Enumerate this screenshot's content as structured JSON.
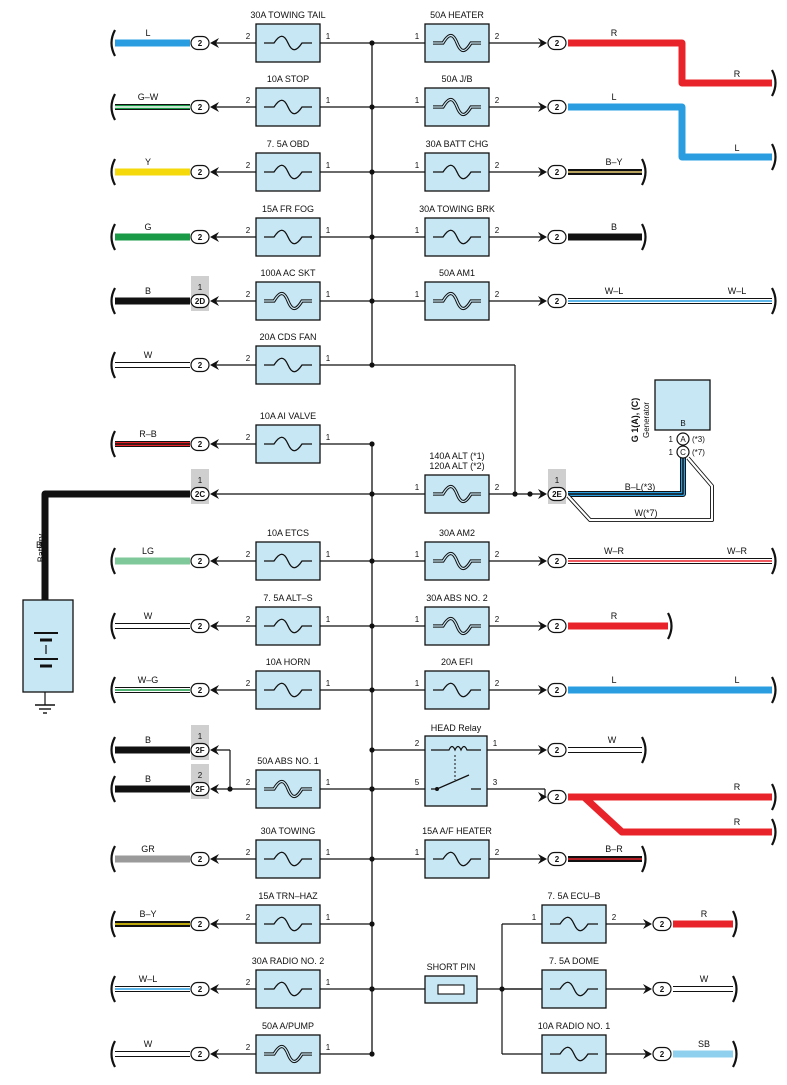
{
  "left_fuses": [
    {
      "name": "30A TOWING TAIL",
      "type": "fuse",
      "in_pin": "2",
      "out_pin": "1",
      "connector": "2",
      "wire": {
        "label": "L",
        "color": "#2a9de0"
      }
    },
    {
      "name": "10A STOP",
      "type": "fuse",
      "in_pin": "2",
      "out_pin": "1",
      "connector": "2",
      "wire": {
        "label": "G–W",
        "color": "#1a9a46",
        "stripe": "#ffffff"
      }
    },
    {
      "name": "7. 5A OBD",
      "type": "fuse",
      "in_pin": "2",
      "out_pin": "1",
      "connector": "2",
      "wire": {
        "label": "Y",
        "color": "#f5d90a"
      }
    },
    {
      "name": "15A FR FOG",
      "type": "fuse",
      "in_pin": "2",
      "out_pin": "1",
      "connector": "2",
      "wire": {
        "label": "G",
        "color": "#1a9a46"
      }
    },
    {
      "name": "100A AC SKT",
      "type": "fusible",
      "in_pin": "2",
      "out_pin": "1",
      "connector": "2D",
      "connector_pin": "1",
      "wire": {
        "label": "B",
        "color": "#111111"
      }
    },
    {
      "name": "20A CDS FAN",
      "type": "fuse",
      "in_pin": "2",
      "out_pin": "1",
      "connector": "2",
      "wire": {
        "label": "W",
        "color": "#ffffff"
      }
    },
    {
      "name": "10A AI VALVE",
      "type": "fuse",
      "in_pin": "2",
      "out_pin": "1",
      "connector": "2",
      "wire": {
        "label": "R–B",
        "color": "#e8242a",
        "stripe": "#111111"
      }
    },
    {
      "name": "",
      "type": "none",
      "connector": "2C",
      "connector_pin": "1",
      "wire": {
        "label": "",
        "color": "#111111"
      }
    },
    {
      "name": "10A ETCS",
      "type": "fuse",
      "in_pin": "2",
      "out_pin": "1",
      "connector": "2",
      "wire": {
        "label": "LG",
        "color": "#7ec89a"
      }
    },
    {
      "name": "7. 5A ALT–S",
      "type": "fuse",
      "in_pin": "2",
      "out_pin": "1",
      "connector": "2",
      "wire": {
        "label": "W",
        "color": "#ffffff"
      }
    },
    {
      "name": "10A HORN",
      "type": "fuse",
      "in_pin": "2",
      "out_pin": "1",
      "connector": "2",
      "wire": {
        "label": "W–G",
        "color": "#ffffff",
        "stripe": "#1a9a46"
      }
    },
    {
      "name": "",
      "type": "none",
      "connector": "2F",
      "connector_pin": "1",
      "wire": {
        "label": "B",
        "color": "#111111"
      }
    },
    {
      "name": "50A ABS NO. 1",
      "type": "fusible",
      "in_pin": "2",
      "out_pin": "1",
      "connector": "2F",
      "connector_pin": "2",
      "wire": {
        "label": "B",
        "color": "#111111"
      }
    },
    {
      "name": "30A TOWING",
      "type": "fuse",
      "in_pin": "2",
      "out_pin": "1",
      "connector": "2",
      "wire": {
        "label": "GR",
        "color": "#9a9a9a"
      }
    },
    {
      "name": "15A TRN–HAZ",
      "type": "fuse",
      "in_pin": "2",
      "out_pin": "1",
      "connector": "2",
      "wire": {
        "label": "B–Y",
        "color": "#111111",
        "stripe": "#f5d90a"
      }
    },
    {
      "name": "30A RADIO NO. 2",
      "type": "fuse",
      "in_pin": "2",
      "out_pin": "1",
      "connector": "2",
      "wire": {
        "label": "W–L",
        "color": "#ffffff",
        "stripe": "#2a9de0"
      }
    },
    {
      "name": "50A A/PUMP",
      "type": "fusible",
      "in_pin": "2",
      "out_pin": "1",
      "connector": "2",
      "wire": {
        "label": "W",
        "color": "#ffffff"
      }
    }
  ],
  "right_fuses": [
    {
      "name": "50A HEATER",
      "type": "fusible",
      "in_pin": "1",
      "out_pin": "2",
      "connector": "2",
      "wire": {
        "label": "R",
        "label2": "R",
        "color": "#e8242a"
      }
    },
    {
      "name": "50A J/B",
      "type": "fusible",
      "in_pin": "1",
      "out_pin": "2",
      "connector": "2",
      "wire": {
        "label": "L",
        "label2": "L",
        "color": "#2a9de0"
      }
    },
    {
      "name": "30A BATT CHG",
      "type": "fuse",
      "in_pin": "1",
      "out_pin": "2",
      "connector": "2",
      "wire": {
        "label": "B–Y",
        "color": "#111111",
        "stripe": "#f0d27a"
      }
    },
    {
      "name": "30A TOWING BRK",
      "type": "fuse",
      "in_pin": "1",
      "out_pin": "2",
      "connector": "2",
      "wire": {
        "label": "B",
        "color": "#111111"
      }
    },
    {
      "name": "50A AM1",
      "type": "fusible",
      "in_pin": "1",
      "out_pin": "2",
      "connector": "2",
      "wire": {
        "label": "W–L",
        "label2": "W–L",
        "color": "#ffffff",
        "stripe": "#2a9de0"
      }
    },
    {
      "name": "140A ALT (*1)",
      "name2": "120A ALT (*2)",
      "type": "fusible",
      "in_pin": "1",
      "out_pin": "2",
      "connector": "2E",
      "connector_pin": "1"
    },
    {
      "name": "30A AM2",
      "type": "fusible",
      "in_pin": "1",
      "out_pin": "2",
      "connector": "2",
      "wire": {
        "label": "W–R",
        "label2": "W–R",
        "color": "#ffffff",
        "stripe": "#e8242a"
      }
    },
    {
      "name": "30A ABS NO. 2",
      "type": "fusible",
      "in_pin": "1",
      "out_pin": "2",
      "connector": "2",
      "wire": {
        "label": "R",
        "color": "#e8242a"
      }
    },
    {
      "name": "20A EFI",
      "type": "fuse",
      "in_pin": "1",
      "out_pin": "2",
      "connector": "2",
      "wire": {
        "label": "L",
        "label2": "L",
        "color": "#2a9de0"
      }
    },
    {
      "name": "15A A/F HEATER",
      "type": "fuse",
      "in_pin": "1",
      "out_pin": "2",
      "connector": "2",
      "wire": {
        "label": "B–R",
        "color": "#111111",
        "stripe": "#e8242a"
      }
    }
  ],
  "head_relay": {
    "name": "HEAD Relay",
    "pin_tl": "2",
    "pin_tr": "1",
    "pin_bl": "5",
    "pin_br": "3",
    "top_connector": "2",
    "top_wire": {
      "label": "W",
      "color": "#ffffff"
    },
    "bottom_connector": "2",
    "bottom_wire": {
      "label": "R",
      "label2": "R",
      "color": "#e8242a"
    }
  },
  "short_pin": {
    "name": "SHORT PIN"
  },
  "sub_fuses": [
    {
      "name": "7. 5A ECU–B",
      "in_pin": "1",
      "out_pin": "2",
      "connector": "2",
      "wire": {
        "label": "R",
        "color": "#e8242a"
      }
    },
    {
      "name": "7. 5A DOME",
      "connector": "2",
      "wire": {
        "label": "W",
        "color": "#ffffff"
      }
    },
    {
      "name": "10A RADIO NO. 1",
      "connector": "2",
      "wire": {
        "label": "SB",
        "color": "#8fd0ee"
      }
    }
  ],
  "battery": {
    "label": "Battery",
    "wire_label": "B"
  },
  "generator": {
    "code": "G 1(A), (C)",
    "name": "Generator",
    "terminal": "B",
    "pin_a_num": "1",
    "pin_a": "A",
    "pin_a_note": "(*3)",
    "pin_c_num": "1",
    "pin_c": "C",
    "pin_c_note": "(*7)",
    "wire_bl": "B–L(*3)",
    "wire_w": "W(*7)"
  },
  "colors": {
    "fuse_fill": "#c8e7f4",
    "conn_shade": "#cfcfcf",
    "line": "#111111"
  }
}
